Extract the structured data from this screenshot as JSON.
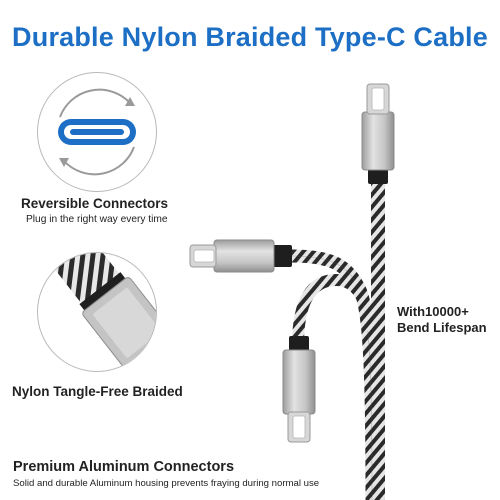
{
  "header": {
    "title": "Durable Nylon Braided Type-C Cable"
  },
  "features": {
    "reversible": {
      "title": "Reversible Connectors",
      "subtitle": "Plug in the right way every time"
    },
    "braided": {
      "title": "Nylon Tangle-Free Braided"
    },
    "aluminum": {
      "title": "Premium Aluminum Connectors",
      "subtitle": "Solid and durable Aluminum housing prevents fraying during normal use"
    },
    "bend": {
      "line1": "With10000+",
      "line2": "Bend Lifespan"
    }
  },
  "colors": {
    "accent": "#1c6fc4",
    "braid_dark": "#2a2a2a",
    "braid_light": "#e6e6e6",
    "metal": "#c2c2c2"
  }
}
